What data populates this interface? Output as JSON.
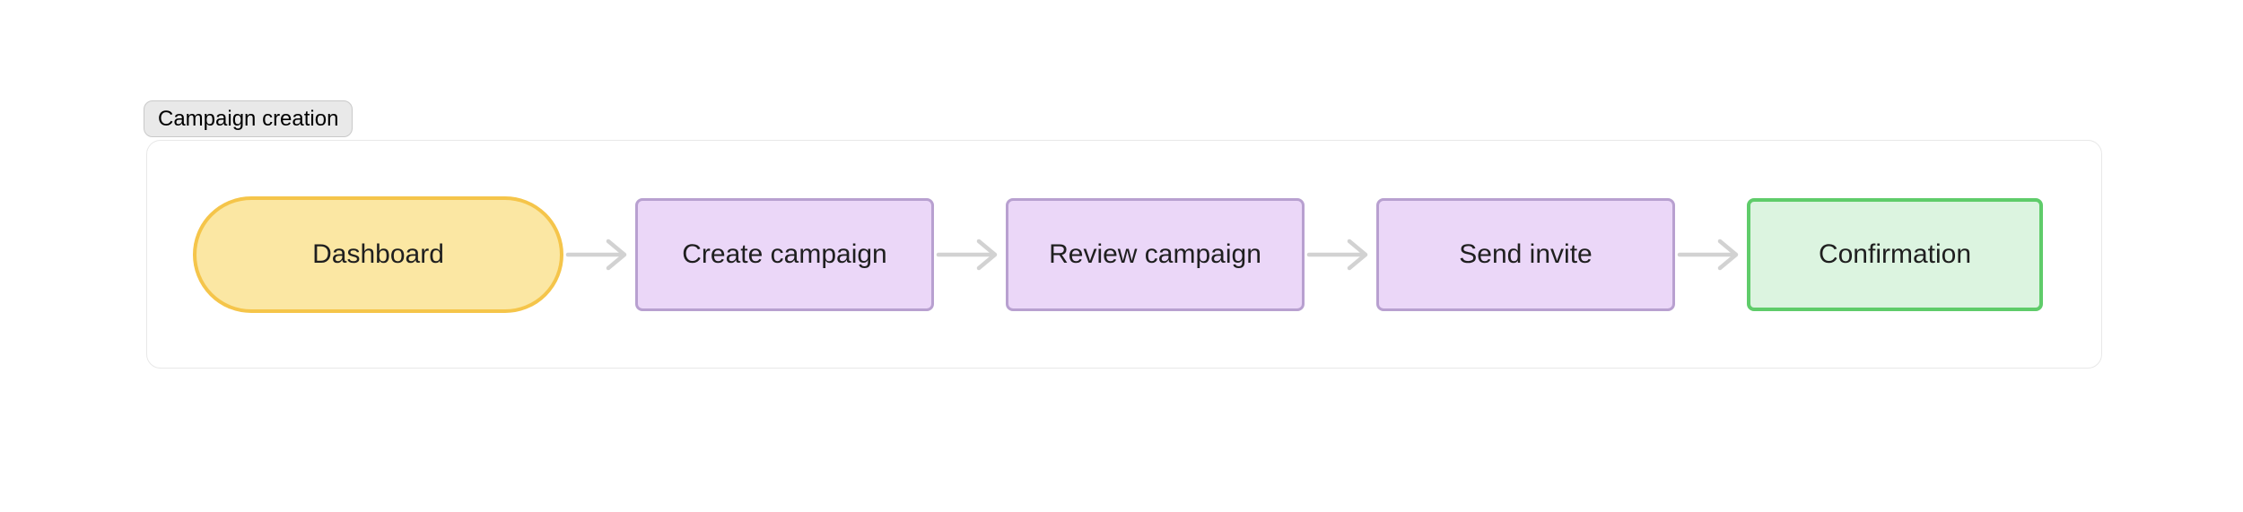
{
  "diagram": {
    "title_badge": "Campaign creation",
    "text_color": "#1F1F1F",
    "arrow_color": "#D2D2D2",
    "panel": {
      "background": "#FFFFFF",
      "border": "#E8E8E8"
    },
    "badge": {
      "background": "#E9E9E9",
      "border": "#C9C9C9"
    },
    "nodes": [
      {
        "id": "dashboard",
        "label": "Dashboard",
        "shape": "stadium",
        "fill": "#FBE7A3",
        "border": "#F5C54A"
      },
      {
        "id": "create-campaign",
        "label": "Create campaign",
        "shape": "rectangle",
        "fill": "#EBD7F8",
        "border": "#B8A0D0"
      },
      {
        "id": "review-campaign",
        "label": "Review campaign",
        "shape": "rectangle",
        "fill": "#EBD7F8",
        "border": "#B8A0D0"
      },
      {
        "id": "send-invite",
        "label": "Send invite",
        "shape": "rectangle",
        "fill": "#EBD7F8",
        "border": "#B8A0D0"
      },
      {
        "id": "confirmation",
        "label": "Confirmation",
        "shape": "rectangle",
        "fill": "#DCF4E0",
        "border": "#5FCC6A"
      }
    ],
    "edges": [
      {
        "from": "dashboard",
        "to": "create-campaign"
      },
      {
        "from": "create-campaign",
        "to": "review-campaign"
      },
      {
        "from": "review-campaign",
        "to": "send-invite"
      },
      {
        "from": "send-invite",
        "to": "confirmation"
      }
    ]
  }
}
